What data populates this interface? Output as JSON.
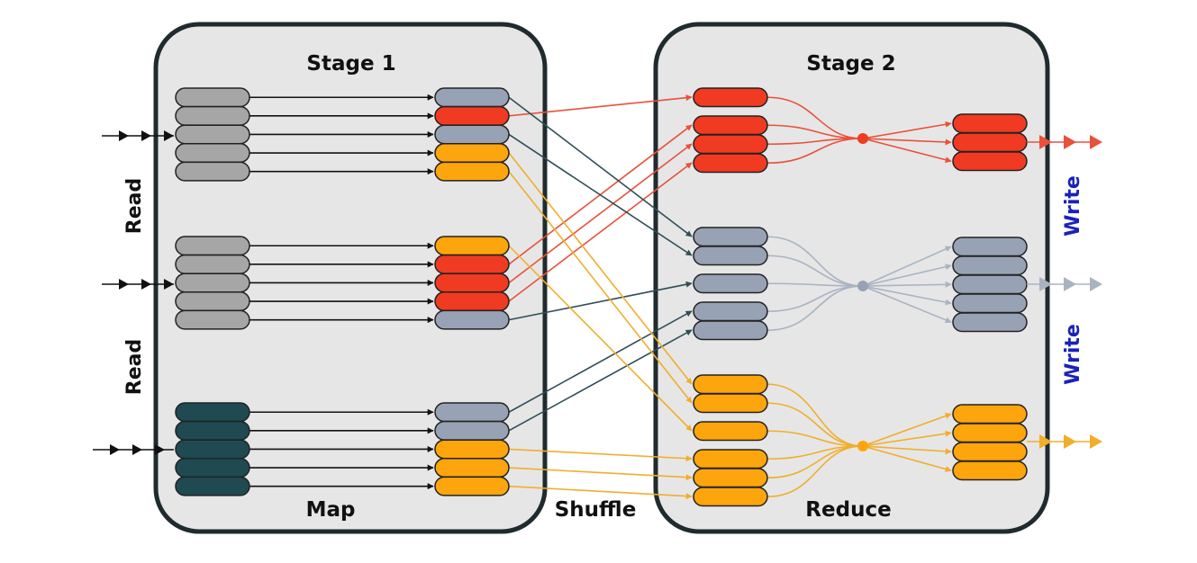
{
  "stages": [
    {
      "title": "Stage 1",
      "footer": "Map"
    },
    {
      "title": "Stage 2",
      "footer": "Reduce"
    }
  ],
  "between_label": "Shuffle",
  "read_label": "Read",
  "write_label": "Write",
  "colors": {
    "gray": "#a6a6a6",
    "dark_teal": "#1f4a52",
    "slate": "#97a2b4",
    "red": "#f03a22",
    "orange": "#fca50c",
    "red_line": "#e9513a",
    "slate_line": "#2f4f58",
    "orange_line": "#f0ae2c",
    "slate_reduce_line": "#aab3c1",
    "write_text": "#1a22b8"
  }
}
